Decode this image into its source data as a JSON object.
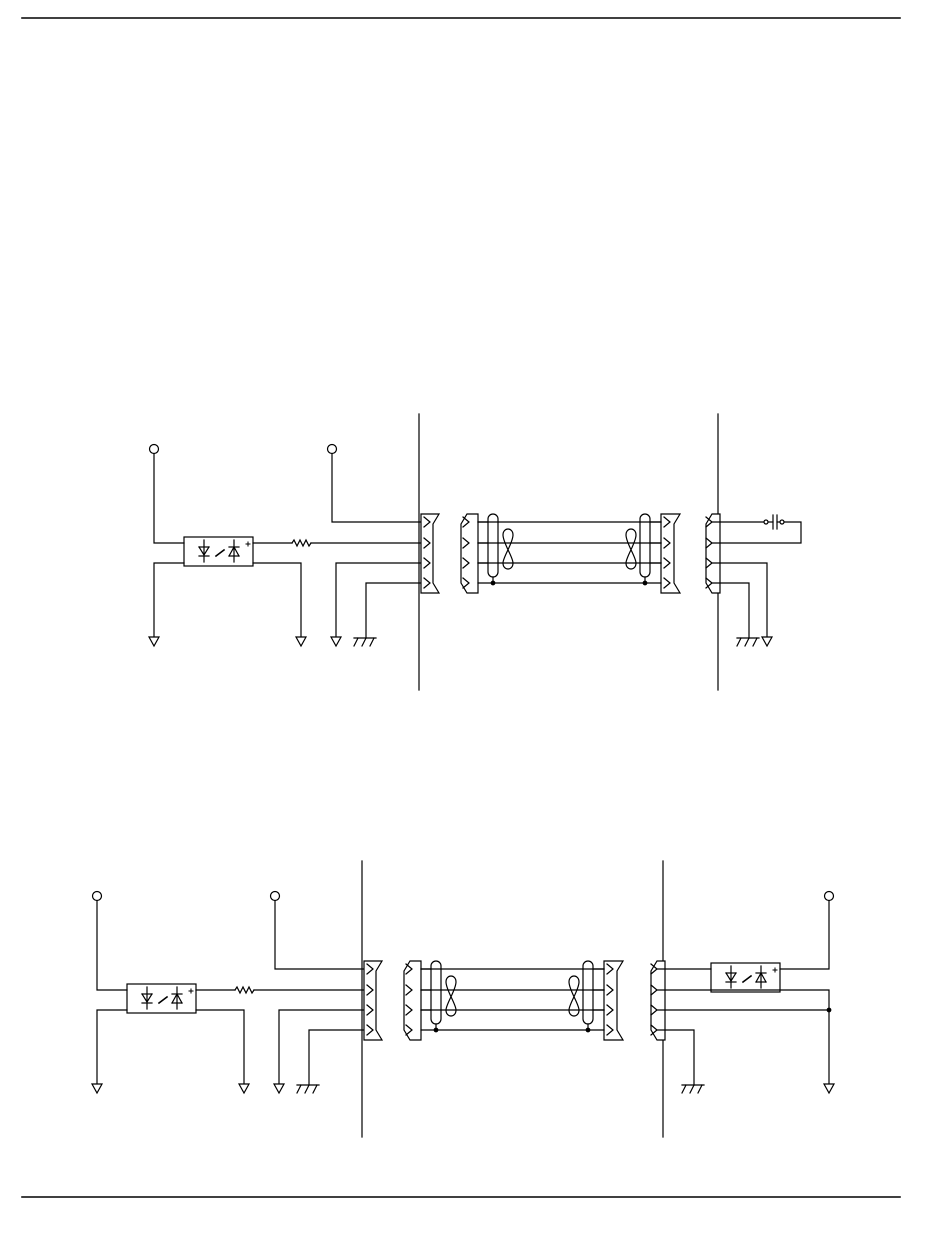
{
  "page": {
    "header_rule": true,
    "footer_rule": true
  },
  "diagrams": [
    {
      "id": "diagram-top",
      "left_circuit": [
        "supply-terminal",
        "optocoupler",
        "resistor",
        "supply-terminal",
        "ground",
        "ground",
        "ground",
        "chassis-ground"
      ],
      "cable": [
        "connector",
        "twisted-pair",
        "twisted-pair",
        "shield",
        "shield",
        "connector"
      ],
      "right_circuit": [
        "connector",
        "switch-contact",
        "chassis-ground",
        "ground"
      ]
    },
    {
      "id": "diagram-bottom",
      "left_circuit": [
        "supply-terminal",
        "optocoupler",
        "resistor",
        "supply-terminal",
        "ground",
        "ground",
        "ground",
        "chassis-ground"
      ],
      "cable": [
        "connector",
        "twisted-pair",
        "twisted-pair",
        "shield",
        "shield",
        "connector"
      ],
      "right_circuit": [
        "connector",
        "optocoupler",
        "supply-terminal",
        "chassis-ground",
        "ground"
      ]
    }
  ],
  "colors": {
    "line": "#000000",
    "background": "#ffffff"
  }
}
